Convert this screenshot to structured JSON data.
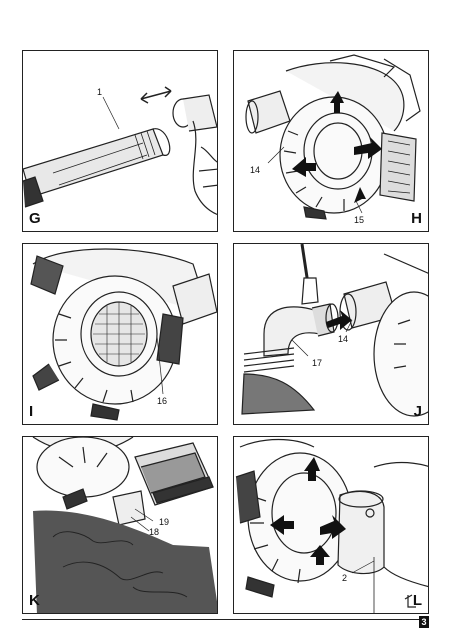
{
  "panels": {
    "g": {
      "letter": "G",
      "callouts": [
        "1"
      ]
    },
    "h": {
      "letter": "H",
      "callouts": [
        "14",
        "15"
      ]
    },
    "i": {
      "letter": "I",
      "callouts": [
        "16"
      ]
    },
    "j": {
      "letter": "J",
      "callouts": [
        "17",
        "14"
      ]
    },
    "k": {
      "letter": "K",
      "callouts": [
        "19",
        "18"
      ]
    },
    "l": {
      "letter": "L",
      "callouts": [
        "2"
      ]
    }
  },
  "page_number": "3"
}
